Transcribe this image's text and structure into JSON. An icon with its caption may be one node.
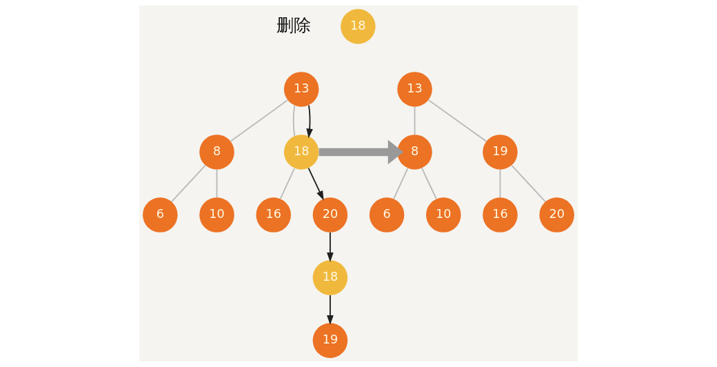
{
  "diagram": {
    "nodes": [
      {
        "text": [
          "18"
        ]
      },
      {
        "text": [
          "13"
        ]
      },
      {
        "text": [
          "8"
        ]
      },
      {
        "text": [
          "18"
        ]
      },
      {
        "text": [
          "6"
        ]
      },
      {
        "text": [
          "10"
        ]
      },
      {
        "text": [
          "16"
        ]
      },
      {
        "text": [
          "20"
        ]
      },
      {
        "text": [
          "18"
        ]
      },
      {
        "text": [
          "19"
        ]
      },
      {
        "text": [
          "13"
        ]
      },
      {
        "text": [
          "8"
        ]
      },
      {
        "text": [
          "19"
        ]
      },
      {
        "text": [
          "6"
        ]
      },
      {
        "text": [
          "10"
        ]
      },
      {
        "text": [
          "16"
        ]
      },
      {
        "text": [
          "20"
        ]
      }
    ],
    "edges": [
      {
        "from": 1,
        "to": 2,
        "arrow": "none"
      },
      {
        "from": 1,
        "to": 3,
        "arrow": "none"
      },
      {
        "from": 1,
        "to": 3,
        "arrow": "to",
        "color": "#222222"
      },
      {
        "from": 2,
        "to": 4,
        "arrow": "none"
      },
      {
        "from": 2,
        "to": 5,
        "arrow": "none"
      },
      {
        "from": 3,
        "to": 6,
        "arrow": "none"
      },
      {
        "from": 3,
        "to": 7,
        "arrow": "to",
        "color": "#222222"
      },
      {
        "from": 7,
        "to": 8,
        "arrow": "to",
        "color": "#222222"
      },
      {
        "from": 8,
        "to": 9,
        "arrow": "to",
        "color": "#222222"
      },
      {
        "from": 3,
        "to": 11,
        "arrow": "to",
        "style": "thick",
        "color": "#999999"
      },
      {
        "from": 10,
        "to": 11,
        "arrow": "none"
      },
      {
        "from": 10,
        "to": 12,
        "arrow": "none"
      },
      {
        "from": 11,
        "to": 13,
        "arrow": "none"
      },
      {
        "from": 11,
        "to": 14,
        "arrow": "none"
      },
      {
        "from": 12,
        "to": 15,
        "arrow": "none"
      },
      {
        "from": 12,
        "to": 16,
        "arrow": "none"
      }
    ],
    "labels": [
      "删除"
    ]
  }
}
